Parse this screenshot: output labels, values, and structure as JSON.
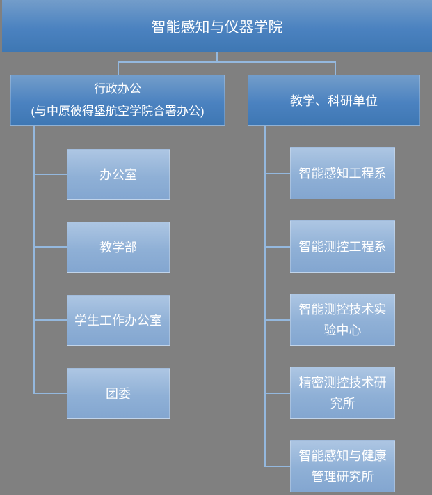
{
  "root": {
    "label": "智能感知与仪器学院"
  },
  "branches": [
    {
      "id": "admin-office",
      "title_lines": [
        "行政办公",
        "(与中原彼得堡航空学院合署办公)"
      ],
      "children": [
        "办公室",
        "教学部",
        "学生工作办公室",
        "团委"
      ]
    },
    {
      "id": "teaching-research-units",
      "title_lines": [
        "教学、科研单位"
      ],
      "children": [
        "智能感知工程系",
        "智能测控工程系",
        "智能测控技术实验中心",
        "精密测控技术研究所",
        "智能感知与健康管理研究所"
      ]
    }
  ],
  "colors": {
    "background": "#808080",
    "node_dark_top": "#739dca",
    "node_dark_bottom": "#3e77b3",
    "node_light_top": "#adc6e3",
    "node_light_bottom": "#83a6d0",
    "connector": "#94b8de",
    "text": "#ffffff"
  }
}
